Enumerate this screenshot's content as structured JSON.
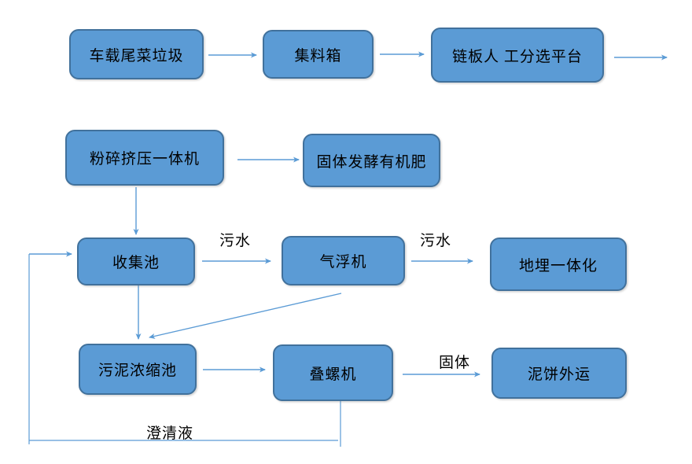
{
  "colors": {
    "background": "#ffffff",
    "box_fill": "#5b9bd5",
    "box_border": "#41719c",
    "connector": "#5b9bd5",
    "text": "#000000"
  },
  "nodes": [
    {
      "id": "vehicle-waste",
      "label": "车载尾菜垃圾"
    },
    {
      "id": "collection-bin",
      "label": "集料箱"
    },
    {
      "id": "sorting-platform",
      "label": "链板人 工分选平台"
    },
    {
      "id": "crusher-press",
      "label": "粉碎挤压一体机"
    },
    {
      "id": "organic-fertilizer",
      "label": "固体发酵有机肥"
    },
    {
      "id": "collection-pool",
      "label": "收集池"
    },
    {
      "id": "flotation-machine",
      "label": "气浮机"
    },
    {
      "id": "buried-integrated",
      "label": "地埋一体化"
    },
    {
      "id": "sludge-thickening-pool",
      "label": "污泥浓缩池"
    },
    {
      "id": "screw-press",
      "label": "叠螺机"
    },
    {
      "id": "mudcake-transport",
      "label": "泥饼外运"
    }
  ],
  "edge_labels": {
    "wastewater_1": "污水",
    "wastewater_2": "污水",
    "solid": "固体",
    "clarified_liquid": "澄清液"
  },
  "edges": [
    {
      "from": "vehicle-waste",
      "to": "collection-bin",
      "label": ""
    },
    {
      "from": "collection-bin",
      "to": "sorting-platform",
      "label": ""
    },
    {
      "from": "sorting-platform",
      "to": "offscreen-right",
      "label": ""
    },
    {
      "from": "crusher-press",
      "to": "organic-fertilizer",
      "label": ""
    },
    {
      "from": "crusher-press",
      "to": "collection-pool",
      "label": ""
    },
    {
      "from": "collection-pool",
      "to": "flotation-machine",
      "label": "污水"
    },
    {
      "from": "flotation-machine",
      "to": "buried-integrated",
      "label": "污水"
    },
    {
      "from": "collection-pool",
      "to": "sludge-thickening-pool",
      "label": ""
    },
    {
      "from": "flotation-machine",
      "to": "sludge-thickening-pool",
      "label": ""
    },
    {
      "from": "sludge-thickening-pool",
      "to": "screw-press",
      "label": ""
    },
    {
      "from": "screw-press",
      "to": "mudcake-transport",
      "label": "固体"
    },
    {
      "from": "screw-press",
      "to": "collection-pool",
      "label": "澄清液"
    }
  ]
}
